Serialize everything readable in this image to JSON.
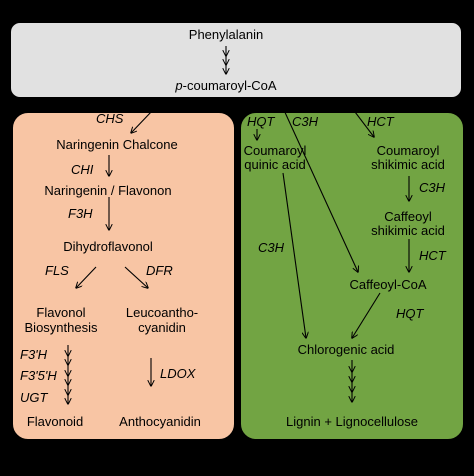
{
  "top": {
    "phenylalanin": "Phenylalanin",
    "coumaroyl_prefix": "p",
    "coumaroyl_rest": "-coumaroyl-CoA"
  },
  "left": {
    "chs": "CHS",
    "naringenin_chalcone": "Naringenin  Chalcone",
    "chi": "CHI",
    "naringenin_flavonon": "Naringenin / Flavonon",
    "f3h": "F3H",
    "dihydroflavonol": "Dihydroflavonol",
    "fls": "FLS",
    "dfr": "DFR",
    "flavonol_1": "Flavonol",
    "flavonol_2": "Biosynthesis",
    "leuco_1": "Leucoantho-",
    "leuco_2": "cyanidin",
    "f3h_prime": "F3'H",
    "f35h": "F3'5'H",
    "ugt": "UGT",
    "ldox": "LDOX",
    "flavonoid": "Flavonoid",
    "anthocyanidin": "Anthocyanidin"
  },
  "right": {
    "hqt_top": "HQT",
    "c3h_top": "C3H",
    "hct_top": "HCT",
    "coumaroyl_quinic_1": "Coumaroyl",
    "coumaroyl_quinic_2": "quinic acid",
    "coumaroyl_shikimic_1": "Coumaroyl",
    "coumaroyl_shikimic_2": "shikimic acid",
    "c3h_mid": "C3H",
    "caffeoyl_shikimic_1": "Caffeoyl",
    "caffeoyl_shikimic_2": "shikimic acid",
    "c3h_left": "C3H",
    "hct_mid": "HCT",
    "caffeoyl_coa": "Caffeoyl-CoA",
    "hqt_mid": "HQT",
    "chlorogenic_acid": "Chlorogenic acid",
    "lignin": "Lignin + Lignocellulose"
  },
  "colors": {
    "background": "#000000",
    "top_box": "#e1e1e1",
    "left_box": "#f8c5a4",
    "right_box": "#72a443"
  }
}
